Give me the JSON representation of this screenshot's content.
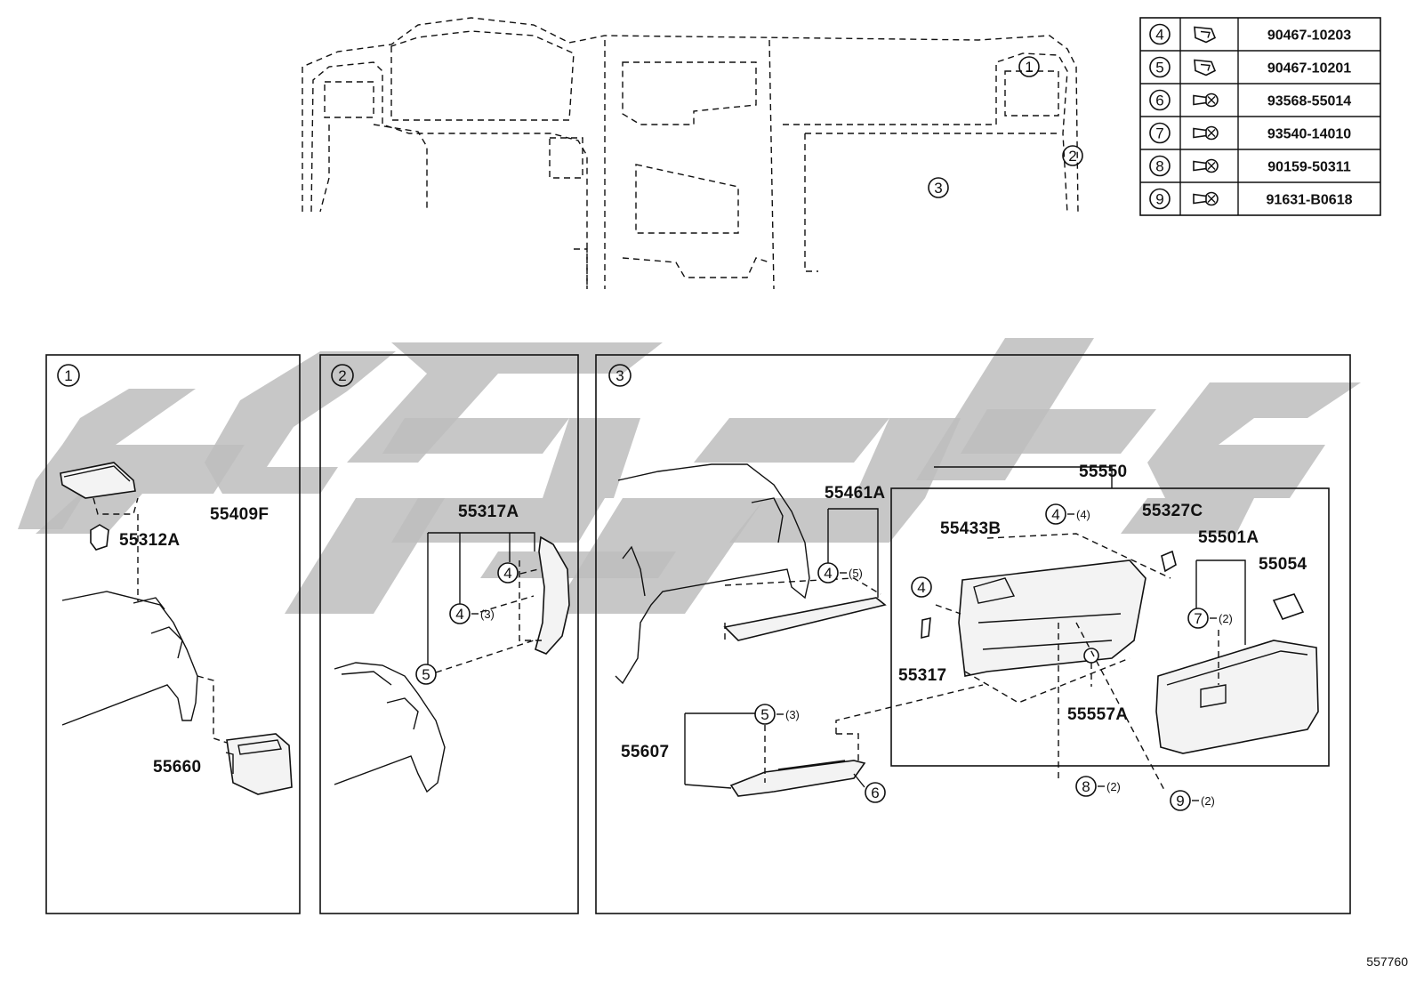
{
  "overview": {
    "callouts": [
      "1",
      "2",
      "3"
    ]
  },
  "fastener_table": [
    {
      "ref": "4",
      "icon": "clip-icon",
      "part": "90467-10203"
    },
    {
      "ref": "5",
      "icon": "clip-icon",
      "part": "90467-10201"
    },
    {
      "ref": "6",
      "icon": "screw-icon",
      "part": "93568-55014"
    },
    {
      "ref": "7",
      "icon": "screw-icon",
      "part": "93540-14010"
    },
    {
      "ref": "8",
      "icon": "screw-icon",
      "part": "90159-50311"
    },
    {
      "ref": "9",
      "icon": "screw-icon",
      "part": "91631-B0618"
    }
  ],
  "panels": [
    {
      "id": "1",
      "labels": [
        "55409F",
        "55312A",
        "55660"
      ]
    },
    {
      "id": "2",
      "labels": [
        "55317A"
      ],
      "callouts": [
        {
          "ref": "4",
          "qty": ""
        },
        {
          "ref": "4",
          "qty": "(3)"
        },
        {
          "ref": "5",
          "qty": ""
        }
      ]
    },
    {
      "id": "3",
      "labels": [
        "55461A",
        "55550",
        "55433B",
        "55327C",
        "55501A",
        "55054",
        "55317",
        "55557A",
        "55607"
      ],
      "callouts": [
        {
          "ref": "4",
          "qty": "(5)"
        },
        {
          "ref": "4",
          "qty": "(4)"
        },
        {
          "ref": "4",
          "qty": ""
        },
        {
          "ref": "7",
          "qty": "(2)"
        },
        {
          "ref": "5",
          "qty": "(3)"
        },
        {
          "ref": "6",
          "qty": ""
        },
        {
          "ref": "8",
          "qty": "(2)"
        },
        {
          "ref": "9",
          "qty": "(2)"
        }
      ]
    }
  ],
  "figure_id": "557760"
}
